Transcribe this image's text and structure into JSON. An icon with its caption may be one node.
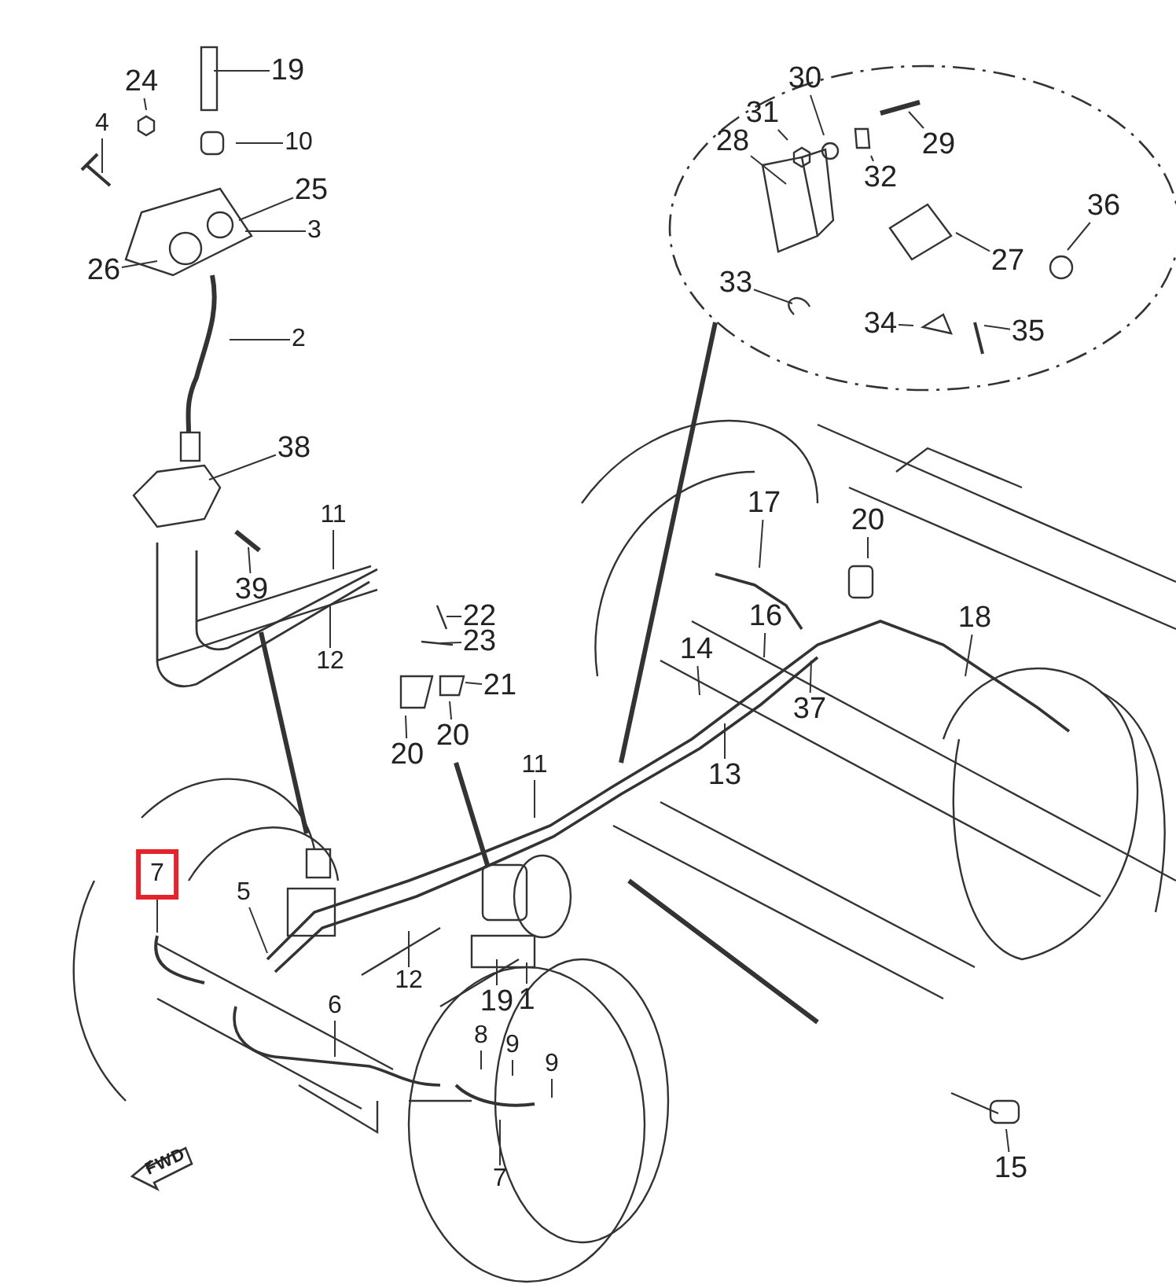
{
  "diagram": {
    "nodes": [
      {
        "text": [
          "19"
        ]
      },
      {
        "text": [
          "24"
        ]
      },
      {
        "text": [
          "4"
        ]
      },
      {
        "text": [
          "10"
        ]
      },
      {
        "text": [
          "25"
        ]
      },
      {
        "text": [
          "3"
        ]
      },
      {
        "text": [
          "26"
        ]
      },
      {
        "text": [
          "2"
        ]
      },
      {
        "text": [
          "38"
        ]
      },
      {
        "text": [
          "11"
        ]
      },
      {
        "text": [
          "39"
        ]
      },
      {
        "text": [
          "12"
        ]
      },
      {
        "text": [
          "22"
        ]
      },
      {
        "text": [
          "23"
        ]
      },
      {
        "text": [
          "21"
        ]
      },
      {
        "text": [
          "20"
        ]
      },
      {
        "text": [
          "20"
        ]
      },
      {
        "text": [
          "28"
        ]
      },
      {
        "text": [
          "31"
        ]
      },
      {
        "text": [
          "30"
        ]
      },
      {
        "text": [
          "32"
        ]
      },
      {
        "text": [
          "29"
        ]
      },
      {
        "text": [
          "36"
        ]
      },
      {
        "text": [
          "27"
        ]
      },
      {
        "text": [
          "33"
        ]
      },
      {
        "text": [
          "34"
        ]
      },
      {
        "text": [
          "35"
        ]
      },
      {
        "text": [
          "17"
        ]
      },
      {
        "text": [
          "20"
        ]
      },
      {
        "text": [
          "16"
        ]
      },
      {
        "text": [
          "14"
        ]
      },
      {
        "text": [
          "18"
        ]
      },
      {
        "text": [
          "37"
        ]
      },
      {
        "text": [
          "13"
        ]
      },
      {
        "text": [
          "11"
        ]
      },
      {
        "text": [
          "7"
        ]
      },
      {
        "text": [
          "5"
        ]
      },
      {
        "text": [
          "12"
        ]
      },
      {
        "text": [
          "6"
        ]
      },
      {
        "text": [
          "19"
        ]
      },
      {
        "text": [
          "1"
        ]
      },
      {
        "text": [
          "8"
        ]
      },
      {
        "text": [
          "9"
        ]
      },
      {
        "text": [
          "9"
        ]
      },
      {
        "text": [
          "7"
        ]
      },
      {
        "text": [
          "15"
        ]
      }
    ],
    "edges": [
      {
        "from": 0,
        "to": null,
        "arrow": "none"
      },
      {
        "from": 1,
        "to": null,
        "arrow": "none"
      },
      {
        "from": 2,
        "to": null,
        "arrow": "none"
      },
      {
        "from": 3,
        "to": null,
        "arrow": "none"
      },
      {
        "from": 4,
        "to": null,
        "arrow": "none"
      },
      {
        "from": 5,
        "to": null,
        "arrow": "none"
      },
      {
        "from": 6,
        "to": null,
        "arrow": "none"
      },
      {
        "from": 7,
        "to": null,
        "arrow": "none"
      },
      {
        "from": 8,
        "to": null,
        "arrow": "none"
      },
      {
        "from": 9,
        "to": null,
        "arrow": "none"
      },
      {
        "from": 10,
        "to": null,
        "arrow": "none"
      },
      {
        "from": 11,
        "to": null,
        "arrow": "none"
      },
      {
        "from": 12,
        "to": null,
        "arrow": "none"
      },
      {
        "from": 13,
        "to": null,
        "arrow": "none"
      },
      {
        "from": 14,
        "to": null,
        "arrow": "none"
      },
      {
        "from": 15,
        "to": null,
        "arrow": "none"
      },
      {
        "from": 16,
        "to": null,
        "arrow": "none"
      },
      {
        "from": 17,
        "to": null,
        "arrow": "none"
      },
      {
        "from": 18,
        "to": null,
        "arrow": "none"
      },
      {
        "from": 19,
        "to": null,
        "arrow": "none"
      },
      {
        "from": 20,
        "to": null,
        "arrow": "none"
      },
      {
        "from": 21,
        "to": null,
        "arrow": "none"
      },
      {
        "from": 22,
        "to": null,
        "arrow": "none"
      },
      {
        "from": 23,
        "to": null,
        "arrow": "none"
      },
      {
        "from": 24,
        "to": null,
        "arrow": "none"
      },
      {
        "from": 25,
        "to": null,
        "arrow": "none"
      },
      {
        "from": 26,
        "to": null,
        "arrow": "none"
      },
      {
        "from": 27,
        "to": null,
        "arrow": "none"
      },
      {
        "from": 28,
        "to": null,
        "arrow": "none"
      },
      {
        "from": 29,
        "to": null,
        "arrow": "none"
      },
      {
        "from": 30,
        "to": null,
        "arrow": "none"
      },
      {
        "from": 31,
        "to": null,
        "arrow": "none"
      },
      {
        "from": 32,
        "to": null,
        "arrow": "none"
      },
      {
        "from": 33,
        "to": null,
        "arrow": "none"
      },
      {
        "from": 34,
        "to": null,
        "arrow": "none"
      },
      {
        "from": 35,
        "to": null,
        "arrow": "none"
      },
      {
        "from": 36,
        "to": null,
        "arrow": "none"
      },
      {
        "from": 37,
        "to": null,
        "arrow": "none"
      },
      {
        "from": 38,
        "to": null,
        "arrow": "none"
      },
      {
        "from": 39,
        "to": null,
        "arrow": "none"
      },
      {
        "from": 40,
        "to": null,
        "arrow": "none"
      },
      {
        "from": 41,
        "to": null,
        "arrow": "none"
      },
      {
        "from": 42,
        "to": null,
        "arrow": "none"
      },
      {
        "from": 43,
        "to": null,
        "arrow": "none"
      },
      {
        "from": 44,
        "to": null,
        "arrow": "none"
      },
      {
        "from": 45,
        "to": null,
        "arrow": "none"
      }
    ],
    "labels": [
      "FWD"
    ]
  }
}
